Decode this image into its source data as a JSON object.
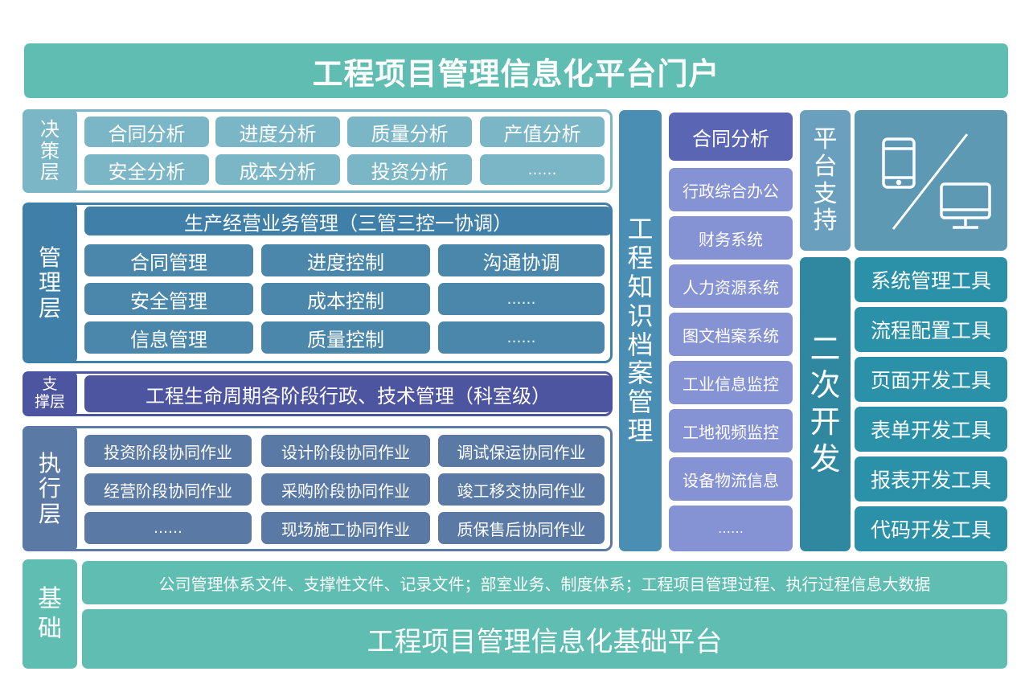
{
  "title": "工程项目管理信息化平台门户",
  "decision": {
    "label": [
      "决",
      "策",
      "层"
    ],
    "items": [
      "合同分析",
      "进度分析",
      "质量分析",
      "产值分析",
      "安全分析",
      "成本分析",
      "投资分析",
      "……"
    ]
  },
  "management": {
    "label": [
      "管",
      "理",
      "层"
    ],
    "header": "生产经营业务管理（三管三控一协调）",
    "items": [
      "合同管理",
      "进度控制",
      "沟通协调",
      "安全管理",
      "成本控制",
      "……",
      "信息管理",
      "质量控制",
      "……"
    ]
  },
  "support": {
    "label": [
      "支",
      "撑层"
    ],
    "text": "工程生命周期各阶段行政、技术管理（科室级）"
  },
  "execution": {
    "label": [
      "执",
      "行",
      "层"
    ],
    "items": [
      "投资阶段协同作业",
      "设计阶段协同作业",
      "调试保运协同作业",
      "经营阶段协同作业",
      "采购阶段协同作业",
      "竣工移交协同作业",
      "……",
      "现场施工协同作业",
      "质保售后协同作业"
    ]
  },
  "knowledge": {
    "label": [
      "工",
      "程",
      "知",
      "识",
      "档",
      "案",
      "管",
      "理"
    ]
  },
  "systems": {
    "header": "合同分析",
    "items": [
      "行政综合办公",
      "财务系统",
      "人力资源系统",
      "图文档案系统",
      "工业信息监控",
      "工地视频监控",
      "设备物流信息",
      "……"
    ]
  },
  "platform_support": {
    "label": [
      "平",
      "台",
      "支",
      "持"
    ]
  },
  "secondary_dev": {
    "label": [
      "二",
      "次",
      "开",
      "发"
    ],
    "tools": [
      "系统管理工具",
      "流程配置工具",
      "页面开发工具",
      "表单开发工具",
      "报表开发工具",
      "代码开发工具"
    ]
  },
  "foundation": {
    "label": [
      "基",
      "础"
    ],
    "text": "公司管理体系文件、支撑性文件、记录文件；部室业务、制度体系；工程项目管理过程、执行过程信息大数据",
    "platform": "工程项目管理信息化基础平台"
  },
  "icons": [
    "phone-icon",
    "monitor-icon"
  ]
}
